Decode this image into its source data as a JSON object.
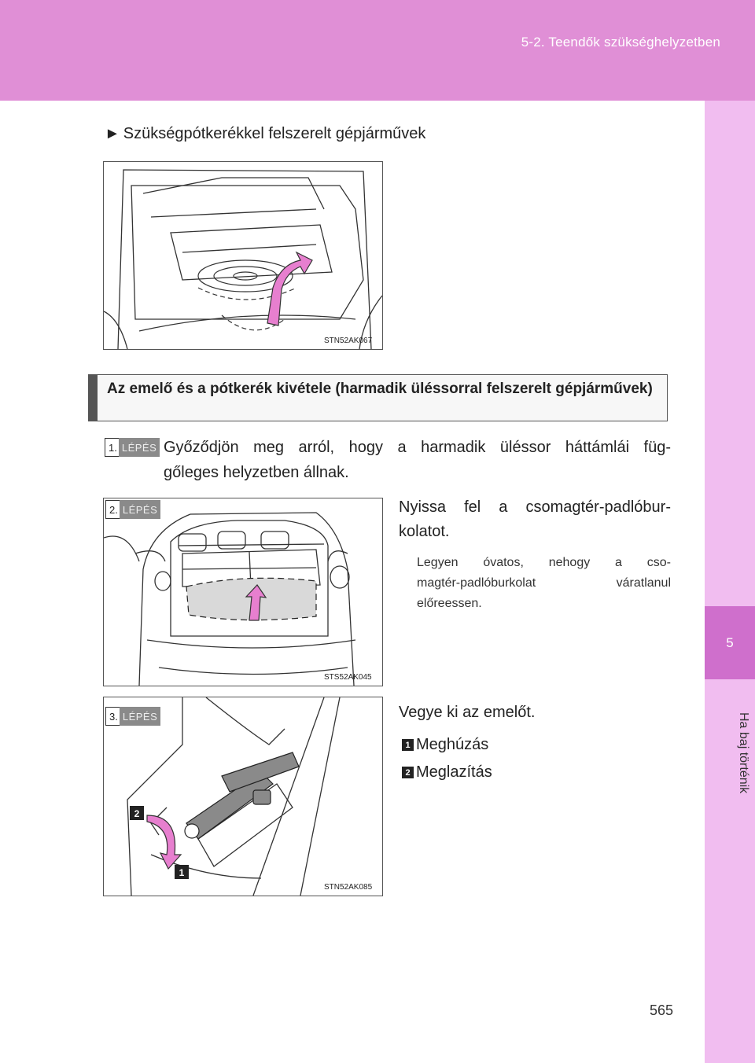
{
  "header": {
    "section_title": "5-2. Teendők szükséghelyzetben"
  },
  "side_tab": {
    "chapter_number": "5",
    "chapter_label": "Ha baj történik"
  },
  "page_number": "565",
  "subheading": {
    "marker": "►",
    "text": "Szükségpótkerékkel felszerelt gépjárművek"
  },
  "figures": [
    {
      "code": "STN52AK067"
    },
    {
      "code": "STS52AK045"
    },
    {
      "code": "STN52AK085"
    }
  ],
  "section_box": {
    "title": "Az emelő és a pótkerék kivétele (harmadik üléssorral felszerelt gépjárművek)"
  },
  "steps": [
    {
      "number": "1.",
      "label": "LÉPÉS",
      "text": "Győződjön meg arról, hogy a harmadik üléssor háttámlái függőleges helyzetben állnak.",
      "line1": "Győződjön meg arról, hogy a harmadik üléssor háttámlái füg-",
      "line2": "gőleges helyzetben állnak."
    },
    {
      "number": "2.",
      "label": "LÉPÉS",
      "line1": "Nyissa fel a csomagtér-padlóbur-",
      "line2": "kolatot.",
      "note": "Legyen óvatos, nehogy a csomagtér-padlóburkolat váratlanul előreessen.",
      "note_line1": "Legyen óvatos, nehogy a cso-",
      "note_line2": "magtér-padlóburkolat váratlanul",
      "note_line3": "előreessen."
    },
    {
      "number": "3.",
      "label": "LÉPÉS",
      "text": "Vegye ki az emelőt.",
      "callouts": [
        {
          "number": "1",
          "label": "Meghúzás"
        },
        {
          "number": "2",
          "label": "Meglazítás"
        }
      ]
    }
  ],
  "colors": {
    "header_bg": "#e08fd6",
    "tab_light": "#f1bdf0",
    "tab_dark": "#cf6fcc",
    "arrow_pink": "#e77fcf"
  }
}
